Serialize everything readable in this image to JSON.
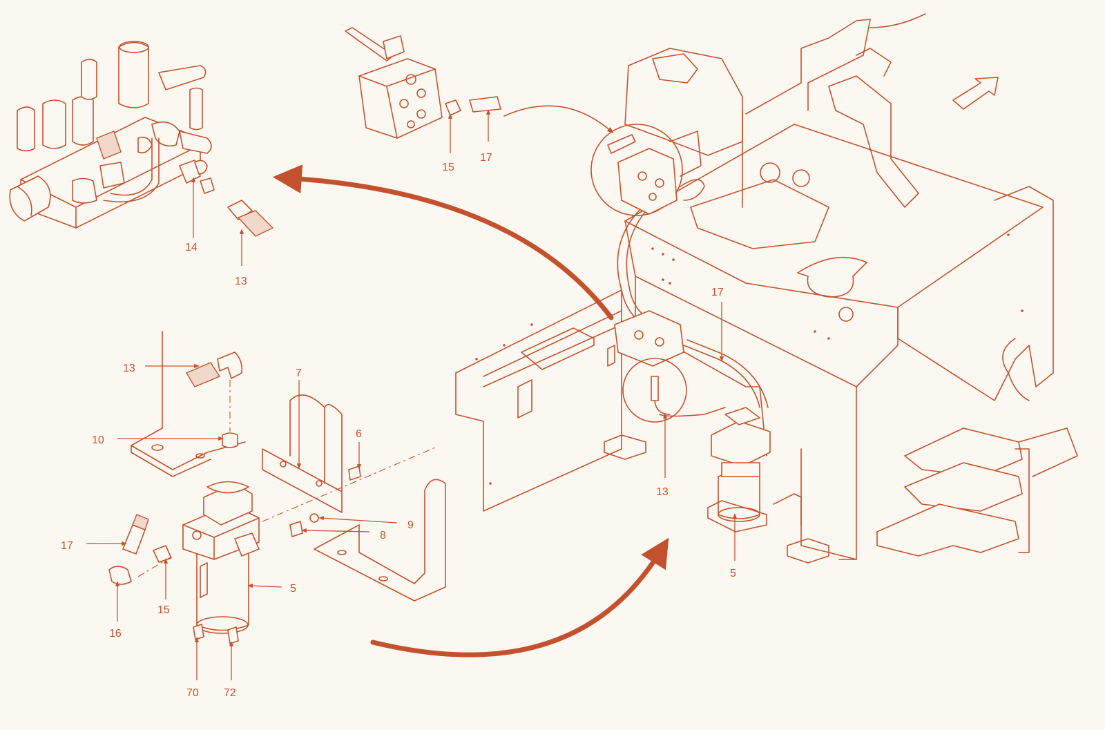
{
  "colors": {
    "line": "#c4512d",
    "background": "#fbf8f1",
    "shade": "#f2d8cb"
  },
  "callouts": [
    {
      "id": "c-15-top",
      "label": "15"
    },
    {
      "id": "c-17-top",
      "label": "17"
    },
    {
      "id": "c-14",
      "label": "14"
    },
    {
      "id": "c-13-top",
      "label": "13"
    },
    {
      "id": "c-13-mid",
      "label": "13"
    },
    {
      "id": "c-7",
      "label": "7"
    },
    {
      "id": "c-6",
      "label": "6"
    },
    {
      "id": "c-10",
      "label": "10"
    },
    {
      "id": "c-9",
      "label": "9"
    },
    {
      "id": "c-8",
      "label": "8"
    },
    {
      "id": "c-17-left",
      "label": "17"
    },
    {
      "id": "c-5-left",
      "label": "5"
    },
    {
      "id": "c-15-left",
      "label": "15"
    },
    {
      "id": "c-16",
      "label": "16"
    },
    {
      "id": "c-70",
      "label": "70"
    },
    {
      "id": "c-72",
      "label": "72"
    },
    {
      "id": "c-17-right",
      "label": "17"
    },
    {
      "id": "c-13-right",
      "label": "13"
    },
    {
      "id": "c-5-right",
      "label": "5"
    }
  ]
}
